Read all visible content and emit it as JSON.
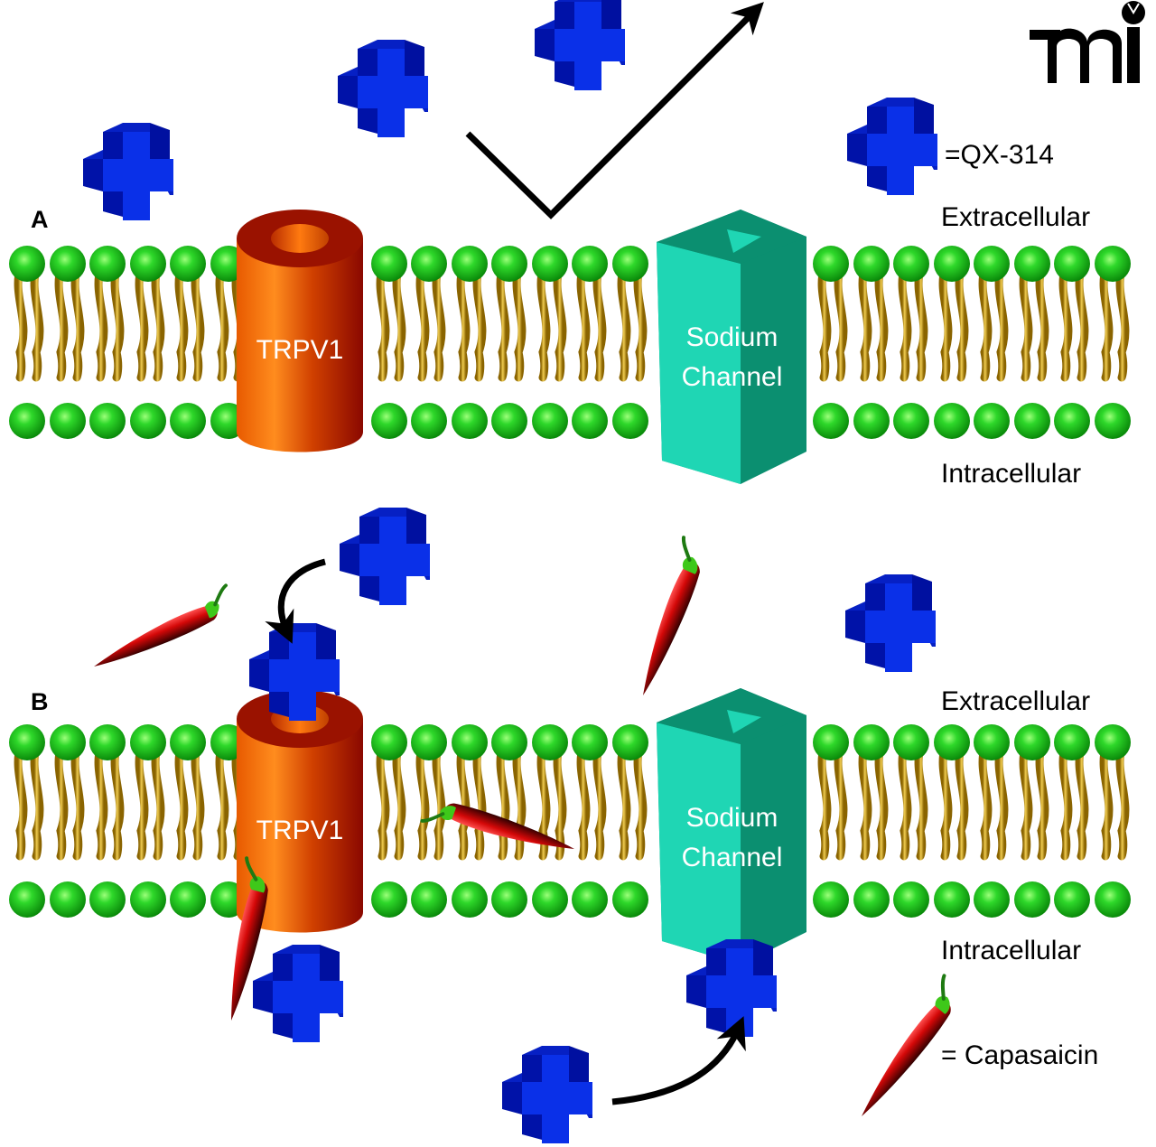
{
  "logo": {
    "text": "mi"
  },
  "legend": {
    "qx314": {
      "label": "=QX-314",
      "icon": "blue-cross-molecule"
    },
    "capsaicin": {
      "label": "= Capasaicin",
      "icon": "chili-pepper"
    }
  },
  "panels": [
    {
      "id": "A",
      "letter": "A",
      "extracellular_label": "Extracellular",
      "intracellular_label": "Intracellular",
      "trpv1_label": "TRPV1",
      "sodium_channel_label_line1": "Sodium",
      "sodium_channel_label_line2": "Channel",
      "trpv1_state": "closed",
      "notes": "QX-314 remains extracellular; check-arrow indicates no entry"
    },
    {
      "id": "B",
      "letter": "B",
      "extracellular_label": "Extracellular",
      "intracellular_label": "Intracellular",
      "trpv1_label": "TRPV1",
      "sodium_channel_label_line1": "Sodium",
      "sodium_channel_label_line2": "Channel",
      "trpv1_state": "open (capsaicin bound)",
      "notes": "QX-314 enters via TRPV1 and blocks sodium channel from inside"
    }
  ],
  "colors": {
    "qx314_front": "#0a2ee0",
    "qx314_side": "#0012a8",
    "qx314_top": "#0620c4",
    "trpv1_light": "#ff8a1a",
    "trpv1_dark": "#8c0a00",
    "sodium_light": "#1fd6b4",
    "sodium_dark": "#0b8f70",
    "lipid_head": "#16c416",
    "lipid_tail": "#c09010",
    "capsaicin": "#d01010",
    "stem": "#2aa020"
  }
}
